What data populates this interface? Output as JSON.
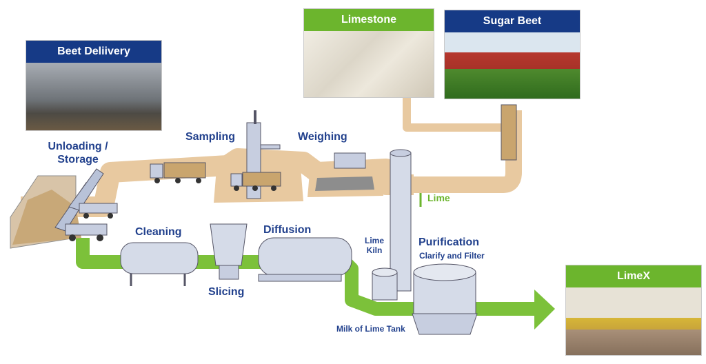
{
  "cards": {
    "beet_delivery": "Beet Deliivery",
    "limestone": "Limestone",
    "sugar_beet": "Sugar Beet",
    "limex": "LimeX"
  },
  "labels": {
    "unloading_line1": "Unloading /",
    "unloading_line2": "Storage",
    "sampling": "Sampling",
    "weighing": "Weighing",
    "cleaning": "Cleaning",
    "slicing": "Slicing",
    "diffusion": "Diffusion",
    "lime": "Lime",
    "lime_kiln_line1": "Lime",
    "lime_kiln_line2": "Kiln",
    "purification": "Purification",
    "clarify_filter": "Clarify and Filter",
    "milk_of_lime_tank": "Milk of Lime Tank"
  },
  "colors": {
    "header_blue": "#163a86",
    "header_green": "#6cb52d",
    "beige_path": "#e8c9a0",
    "green_path": "#7cc13a",
    "label_blue": "#22418d"
  }
}
